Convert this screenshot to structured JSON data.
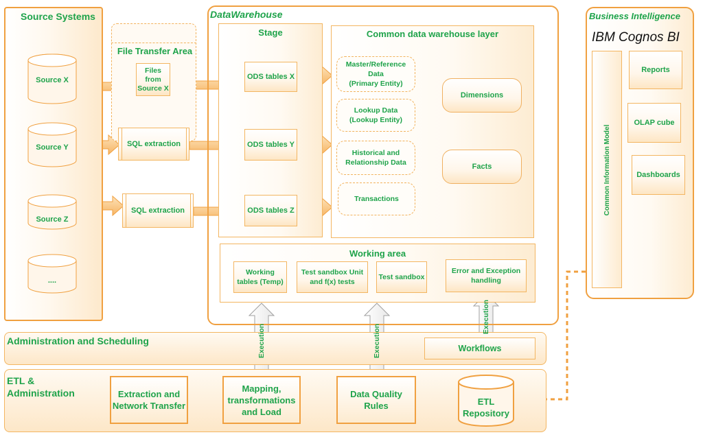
{
  "source_systems": {
    "title": "Source Systems",
    "items": [
      "Source X",
      "Source Y",
      "Source Z",
      "...."
    ]
  },
  "file_transfer_area": {
    "title": "File Transfer Area",
    "files_label": "Files\nfrom\nSource X"
  },
  "sql_extraction": [
    "SQL extraction",
    "SQL extraction"
  ],
  "datawarehouse": {
    "title": "DataWarehouse",
    "stage": {
      "title": "Stage",
      "tables": [
        "ODS tables X",
        "ODS tables Y",
        "ODS tables Z"
      ]
    },
    "common_layer": {
      "title": "Common data warehouse layer",
      "entities": [
        "Master/Reference\nData\n(Primary Entity)",
        "Lookup Data\n(Lookup Entity)",
        "Historical and\nRelationship Data",
        "Transactions"
      ],
      "dimensions": "Dimensions",
      "facts": "Facts"
    },
    "working_area": {
      "title": "Working area",
      "items": [
        "Working\ntables (Temp)",
        "Test sandbox Unit\nand f(x) tests",
        "Test sandbox",
        "Error and Exception\nhandling"
      ]
    }
  },
  "business_intelligence": {
    "title": "Business Intelligence",
    "product": "IBM Cognos BI",
    "model": "Common Information Model",
    "items": [
      "Reports",
      "OLAP cube",
      "Dashboards"
    ]
  },
  "admin_scheduling": {
    "title": "Administration and Scheduling",
    "workflows": "Workflows"
  },
  "etl_admin": {
    "title": "ETL &\nAdministration",
    "boxes": [
      "Extraction and\nNetwork Transfer",
      "Mapping,\ntransformations\nand Load",
      "Data Quality\nRules"
    ],
    "repository": "ETL\nRepository"
  },
  "execution_label": "Execution",
  "colors": {
    "border": "#f0a040",
    "text": "#1ea34a",
    "arrow_fill": "#fbd39a",
    "arrow_stroke": "#f0a040"
  }
}
